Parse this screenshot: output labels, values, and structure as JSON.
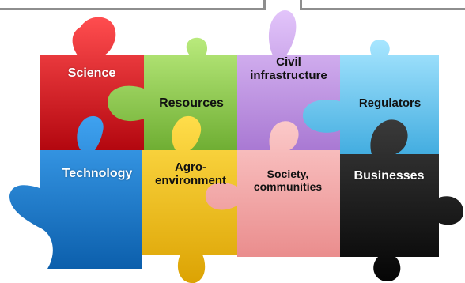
{
  "pieces": [
    {
      "id": "science",
      "label": "Science",
      "color": "#e31b23"
    },
    {
      "id": "resources",
      "label": "Resources",
      "color": "#8fcf4f"
    },
    {
      "id": "civil",
      "label": "Civil\ninfrastructure",
      "color": "#c79be8"
    },
    {
      "id": "regulators",
      "label": "Regulators",
      "color": "#6ccbf2"
    },
    {
      "id": "technology",
      "label": "Technology",
      "color": "#1b7fd2"
    },
    {
      "id": "agro",
      "label": "Agro-\nenvironment",
      "color": "#f7c510"
    },
    {
      "id": "society",
      "label": "Society,\ncommunities",
      "color": "#f6a8a8"
    },
    {
      "id": "businesses",
      "label": "Businesses",
      "color": "#141414"
    }
  ]
}
